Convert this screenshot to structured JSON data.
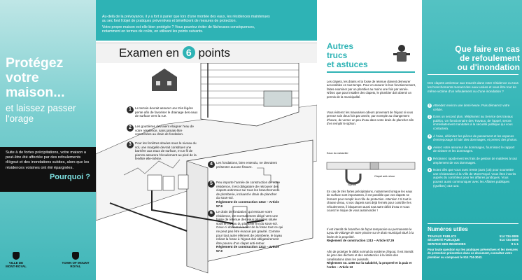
{
  "left": {
    "title_lines": [
      "Protégez",
      "votre",
      "maison..."
    ],
    "subtitle": "et laissez passer l'orage",
    "black_box_text": "Suite à de fortes précipitations, votre maison a peut-être été affectée par des refoulements d'égout et des inondations subites, alors que les résidences voisines ont été épargnées.",
    "why": "Pourquoi ?",
    "logo_left": "VILLE DE MONT-ROYAL",
    "logo_right": "TOWN OF MOUNT ROYAL"
  },
  "middle": {
    "top_lines": [
      "Au-delà de la prévoyance, il y a fort à parier que lors d'une montée des eaux, les résidences maintenues",
      "au sec font l'objet de pratiques préventives et bénéficient de mesures de protection.",
      "Votre propre maison est-elle bien protégée ? Vous pourriez éviter de fâcheuses conséquences,",
      "notamment en termes de coûts, en utilisant les points suivants."
    ],
    "exam_title_a": "Examen en",
    "exam_num": "6",
    "exam_title_b": "points",
    "steps": [
      {
        "n": "1",
        "text": "Le terrain devrait assurer une très légère pente afin de favoriser le drainage des eaux de surface vers la rue."
      },
      {
        "n": "2",
        "text": "Les gouttières devraient éloigner l'eau de votre résidence, sans jamais être connectées au drain de fondation."
      },
      {
        "n": "3",
        "text": "Pour les fenêtres situées sous le niveau du sol, une margelle devrait constituer une barrière aux eaux de surface, et un fil de pierres assurera l'écoulement au pied de la fenêtre elle-même."
      },
      {
        "n": "4",
        "text": "Les fondations, bien entendu, ne devraient présenter aucune fissure."
      },
      {
        "n": "5",
        "text": "Peu importe l'année de construction de votre résidence, il est obligatoire de retrouver des clapets antiretour sur tous les branchements de plomberie, incluant le drain de plancher du sous-sol.",
        "ref": "Règlement de construction 1313 – Article 57.9"
      },
      {
        "n": "6",
        "text": "Le drain de fondation, qui entoure votre résidence, est normalement dirigé vers une fosse de retenue des eaux pluviales située sous le niveau du plancher fini du sous-sol. Ceux-ci doivent évacuer de la fosse tout ce qui ne peut pas être évacué par gravité. Comme pour tout autre élément de plomberie, le tuyau reliant la fosse à l'égout doit obligatoirement être pourvu d'un clapet anti-retour.",
        "ref": "Règlement de construction 1313 – Article 57.9"
      }
    ]
  },
  "tips": {
    "title_lines": [
      "Autres",
      "trucs",
      "et astuces"
    ],
    "para1": "Les clapets, les drains et la fosse de retenue doivent demeurer accessibles en tout temps. Pour en assurer le bon fonctionnement, faites examiner par un plombier au moins une fois par année. N'ôtez que pour installer des clapets, le plombier doit obtenir un permis de la municipalité.",
    "para2": "Vous éviterez les mauvaises odeurs provenant de l'égout si vous prenez soin deux fois par année, par exemple au changement d'heure, de verser un peu d'eau dans votre drain de plancher afin d'en remplir le siphon.",
    "pipe_label_top": "Eaux du vaisselier",
    "pipe_label_mid": "Clapet anti-retour",
    "pipe_label_bottom": "Siphon",
    "para3": "En cas de très fortes précipitations, notamment lorsque les eaux de surface sont importantes, il est possible que vos clapets se ferment pour remplir leur rôle de protection. Attention ! Si tout le chasse d'eau, si vos clapets sont déjà fermés pour contrôler les refoulements, il bloqueront aussi tout autre débit d'eau et vous courez le risque de vous autoinonder !",
    "quote": "Il est interdit de brancher de façon temporaire ou permanente le tuyau de vidange de votre piscine sur le drain municipal situé à la limite de la propriété.",
    "quote_ref": "Règlement de construction 1313 – Article 57.29",
    "para4": "Afin de protéger le débit normal du système d'égout, il est interdit de jeter des déchets et des substances à la limite des canalisations dans les puisards.",
    "ref4": "Règlement no. 1360 sur la salubrité, la propreté et la paix et l'ordre – Article 13"
  },
  "right": {
    "title_lines": [
      "Que faire en cas",
      "de refoulement",
      "ou d'inondation"
    ],
    "intro": "Des clapets antiretour aux trouvés dans votre résidence ou tous les branchements menant des eaux usées et vous être tout de même victime d'un refoulement ou d'une inondation ?",
    "items": [
      {
        "n": "1",
        "text": "Attendez environ une demi-heure. Puis démarrez votre cellule."
      },
      {
        "n": "2",
        "text": "Dans un second plan, téléphonez au Service des travaux publics. Un fonctionnaire des Travaux, de l'appel, seront immédiatement mandatés à la sécurité publique qui vous contactera."
      },
      {
        "n": "3",
        "text": "À l'aise, délimitez les pièces de passement et les espaces d'entreposage à l'abri des dommages, et prenez des photos."
      },
      {
        "n": "4",
        "text": "Avisez votre assureur de dommages, fournissez le rapport de sinistre et les dommages."
      },
      {
        "n": "5",
        "text": "Réclamez rapidement les frais de gestion de matières à tout amplement de vos dommages."
      },
      {
        "n": "6",
        "text": "Notez dès que vous avez trente jours (15) pour soumettre une réclamation à la Ville de Mont-Royal. Vous êtes inscrits auprès du contrôleur pour les affaires juridiques. Vous pouvez aussi communiquer avec les Affaires publiques (Québec) 418 123."
      }
    ],
    "useful_title": "Numéros utiles",
    "numbers": [
      {
        "label": "TRAVAUX PUBLICS",
        "value": "514 734-3009"
      },
      {
        "label": "SÉCURITÉ PUBLIQUE",
        "value": "514 734-4666"
      },
      {
        "label": "SERVICE DES INCENDIES",
        "value": "9-1-1"
      }
    ],
    "footnote": "Pour toute question sur les pratiques préventives et les mesures de protection présentées dans ce document, consultez votre plombier ou composez le 514 734-3042."
  }
}
